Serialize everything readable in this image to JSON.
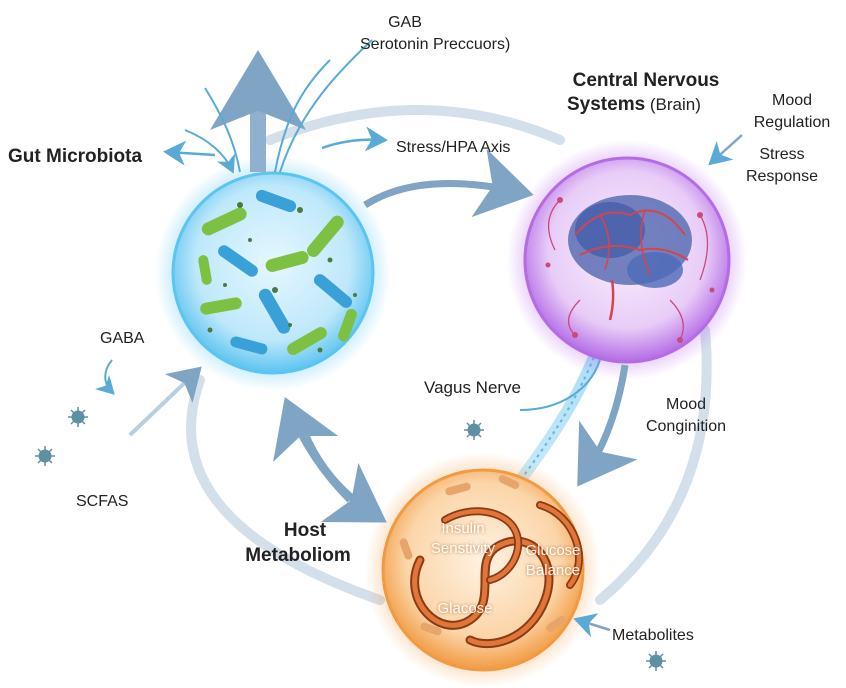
{
  "nodes": {
    "gut": {
      "title": "Gut Microbiota"
    },
    "cns": {
      "title_line1": "Central Nervous",
      "title_line2_bold": "Systems",
      "title_line2_rest": " (Brain)"
    },
    "host": {
      "title_line1": "Host",
      "title_line2": "Metaboliom"
    }
  },
  "labels": {
    "gab": "GAB",
    "serotonin": "Serotonin Preccuors)",
    "stress_hpa": "Stress/HPA Axis",
    "mood_regulation_1": "Mood",
    "mood_regulation_2": "Regulation",
    "stress_response_1": "Stress",
    "stress_response_2": "Response",
    "gaba": "GABA",
    "scfas": "SCFAS",
    "vagus": "Vagus Nerve",
    "mood_cognition_1": "Mood",
    "mood_cognition_2": "Conginition",
    "insulin_1": "Insulin",
    "insulin_2": "Senstivity",
    "glucose_balance_1": "Glucose",
    "glucose_balance_2": "Balance",
    "glucose": "Glacose",
    "metabolites": "Metabolites"
  },
  "colors": {
    "gut": "#3fb4ea",
    "cns": "#a64ee0",
    "host": "#f39a44",
    "arrow": "#7fa4c4",
    "ring": "#cfdbe7"
  }
}
